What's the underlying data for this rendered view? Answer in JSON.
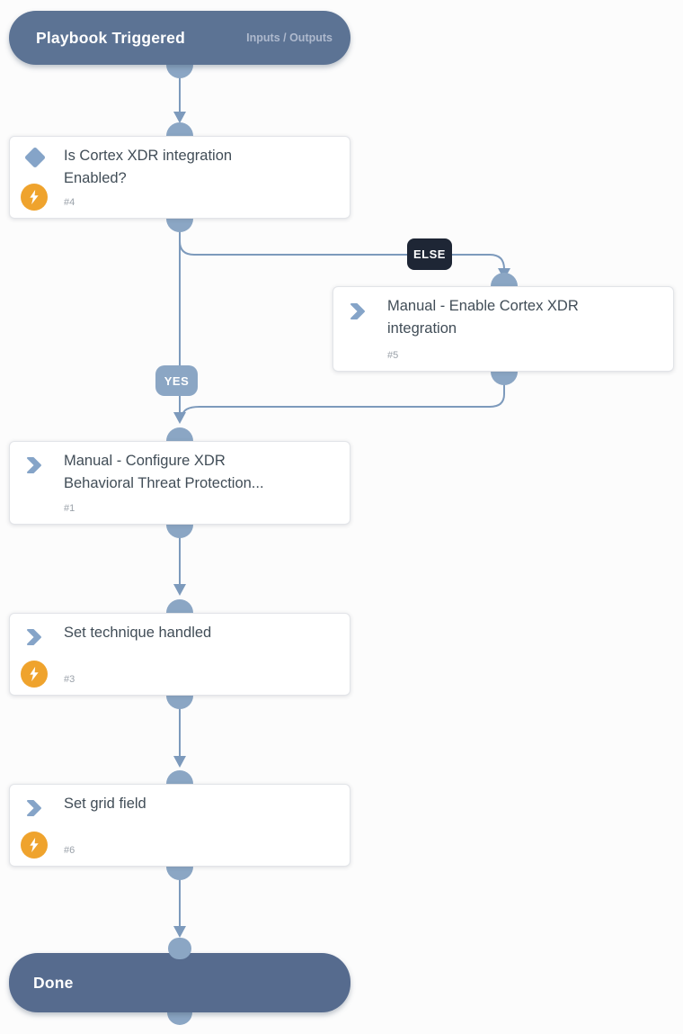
{
  "colors": {
    "header_bg": "#5c7394",
    "done_bg": "#566b8e",
    "node_blue": "#8ba6c4",
    "line_blue": "#7d9abc",
    "else_bg": "#1e2635",
    "automation_orange": "#efa32d",
    "icon_blue": "#85a4c8",
    "title_text": "#414d57",
    "number_text": "#9aa1a9"
  },
  "header": {
    "title": "Playbook Triggered",
    "inputs_outputs_label": "Inputs / Outputs"
  },
  "branch_labels": {
    "else": "ELSE",
    "yes": "YES"
  },
  "tasks": [
    {
      "title_line1": "Is Cortex XDR integration",
      "title_line2": "Enabled?",
      "number": "#4",
      "type": "condition",
      "icons": [
        "condition-diamond-icon",
        "automation-bolt-icon"
      ]
    },
    {
      "title_line1": "Manual - Enable Cortex XDR",
      "title_line2": "integration",
      "number": "#5",
      "type": "manual",
      "icons": [
        "task-chevron-icon"
      ]
    },
    {
      "title_line1": "Manual - Configure XDR",
      "title_line2": "Behavioral Threat Protection...",
      "number": "#1",
      "type": "manual",
      "icons": [
        "task-chevron-icon"
      ]
    },
    {
      "title_line1": "Set technique handled",
      "title_line2": "",
      "number": "#3",
      "type": "automation",
      "icons": [
        "task-chevron-icon",
        "automation-bolt-icon"
      ]
    },
    {
      "title_line1": "Set grid field",
      "title_line2": "",
      "number": "#6",
      "type": "automation",
      "icons": [
        "task-chevron-icon",
        "automation-bolt-icon"
      ]
    }
  ],
  "footer": {
    "title": "Done"
  }
}
